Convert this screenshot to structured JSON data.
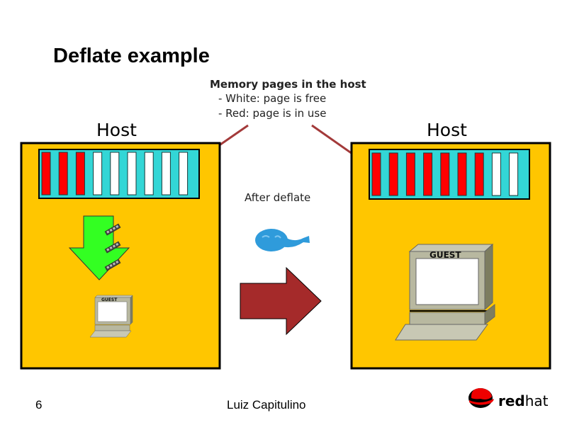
{
  "slide": {
    "title": "Deflate example",
    "callout": {
      "line1": "Memory pages in the host",
      "line2": "- White: page is free",
      "line3": "- Red: page is in use"
    },
    "left_host": {
      "label": "Host",
      "guest_label": "GUEST",
      "pages": [
        "used",
        "used",
        "used",
        "free",
        "free",
        "free",
        "free",
        "free",
        "free"
      ]
    },
    "right_host": {
      "label": "Host",
      "guest_label": "GUEST",
      "pages": [
        "used",
        "used",
        "used",
        "used",
        "used",
        "used",
        "used",
        "free",
        "free"
      ]
    },
    "transition_label": "After deflate",
    "footer": {
      "page_number": "6",
      "author": "Luiz Capitulino",
      "logo_text": "redhat"
    }
  },
  "colors": {
    "host_fill": "#FFC600",
    "memory_bar": "#33D6D6",
    "page_used": "#FF0000",
    "page_free": "#FFFFFF",
    "callout_arrow": "#A33A3A",
    "inflate_arrow": "#33FF22",
    "transition_arrow": "#A52A2A",
    "balloon": "#2F9BDB"
  }
}
